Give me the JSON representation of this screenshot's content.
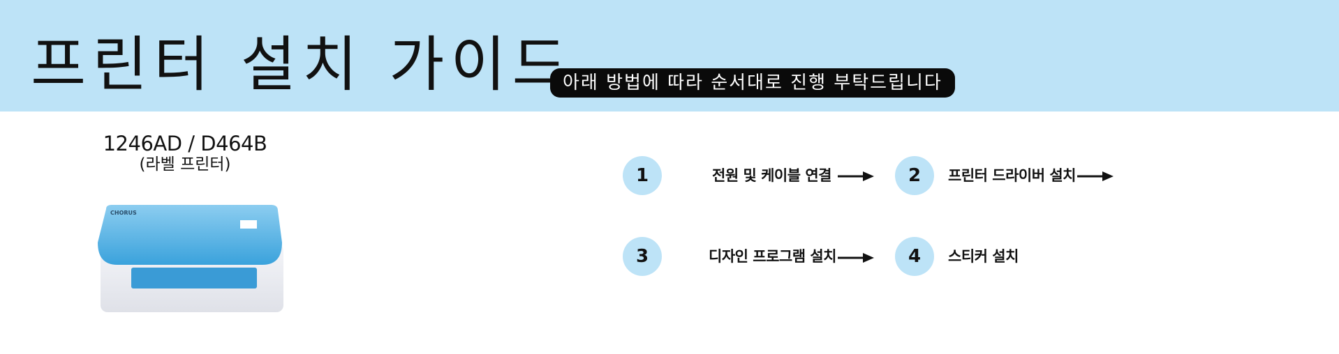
{
  "header": {
    "title": "프린터 설치 가이드",
    "subtitle": "아래 방법에 따라 순서대로 진행 부탁드립니다"
  },
  "product": {
    "model": "1246AD / D464B",
    "type": "(라벨 프린터)",
    "brand_logo_text": "CHORUS"
  },
  "steps": [
    {
      "number": "1",
      "label": "전원 및 케이블 연결"
    },
    {
      "number": "2",
      "label": "프린터 드라이버 설치"
    },
    {
      "number": "3",
      "label": "디자인 프로그램 설치"
    },
    {
      "number": "4",
      "label": "스티커 설치"
    }
  ],
  "colors": {
    "banner": "#bde3f7",
    "pill": "#0a0a0a",
    "step_circle": "#bde3f7",
    "printer_lid": "#4aaee0",
    "printer_body": "#eeeff4"
  }
}
